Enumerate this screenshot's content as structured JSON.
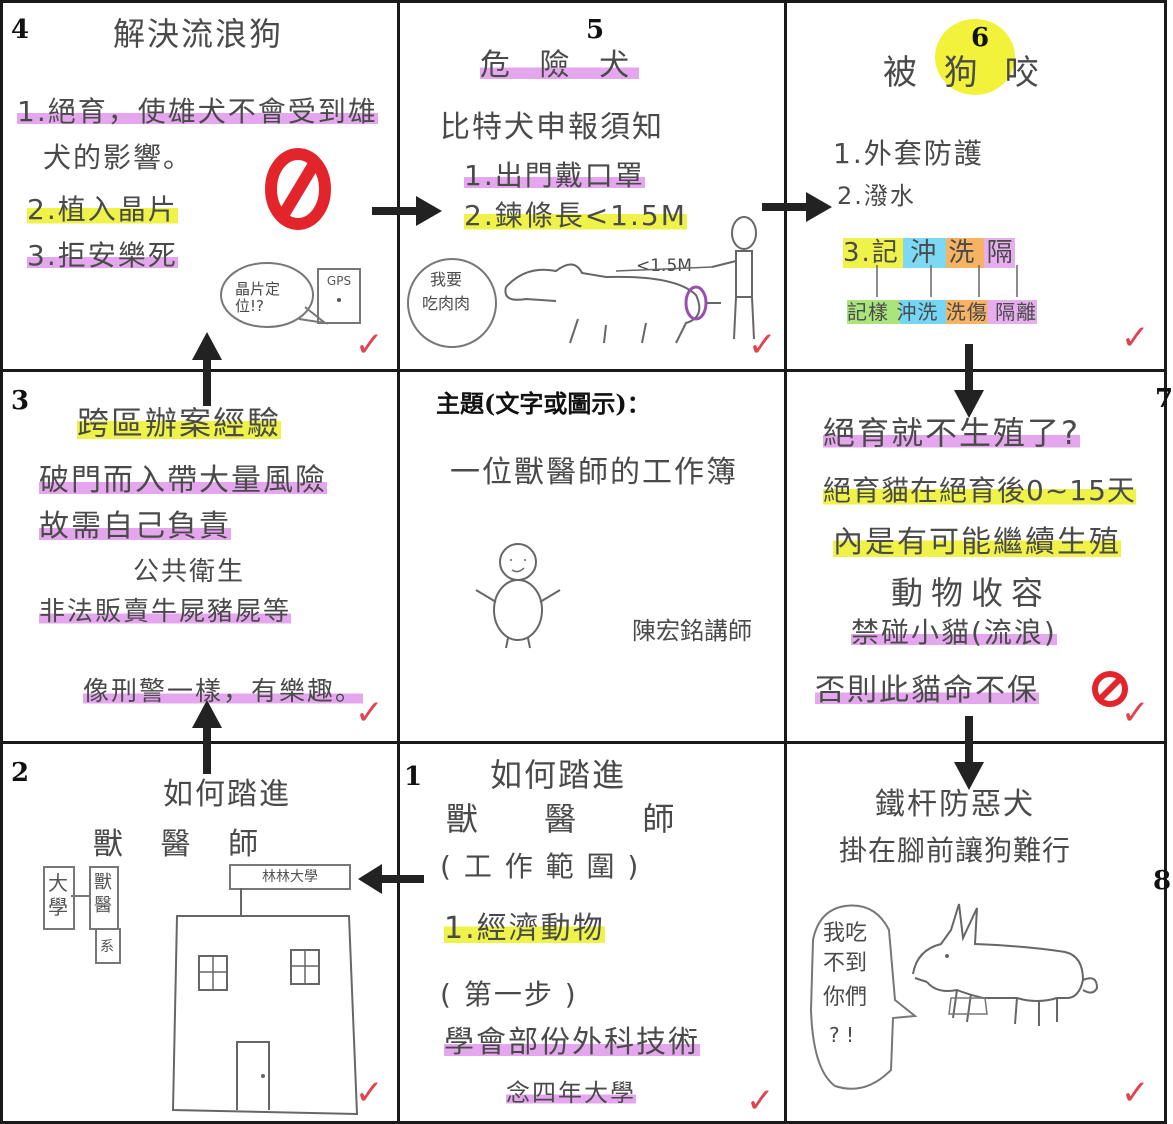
{
  "grid": {
    "cell4": {
      "number": "4",
      "title": "解決流浪狗",
      "line1": "1.絕育，使雄犬不會受到雄",
      "line2": "犬的影響。",
      "line3": "2.植入晶片",
      "line4": "3.拒安樂死",
      "bubble": "晶片定位!?",
      "device": "GPS"
    },
    "cell5": {
      "number": "5",
      "title": "危 險 犬",
      "subtitle": "比特犬申報須知",
      "line1": "1.出門戴口罩",
      "line2": "2.鍊條長<1.5M",
      "bubble_line1": "我要",
      "bubble_line2": "吃肉肉",
      "leash": "<1.5M"
    },
    "cell6": {
      "number": "6",
      "title": "被 狗 咬",
      "line1": "1.外套防護",
      "line2": "2.潑水",
      "line3": "3.記 沖 洗 隔",
      "line4": "記樣 沖洗 洗傷 隔離"
    },
    "cell3": {
      "number": "3",
      "title": "跨區辦案經驗",
      "line1": "破門而入帶大量風險",
      "line2": "故需自己負責",
      "line3": "公共衛生",
      "line4": "非法販賣牛屍豬屍等",
      "line5": "像刑警一樣，有樂趣。"
    },
    "center": {
      "heading": "主題(文字或圖示)：",
      "topic": "一位獸醫師的工作簿",
      "author": "陳宏銘講師"
    },
    "cell7": {
      "number": "7",
      "line1": "絕育就不生殖了?",
      "line2": "絕育貓在絕育後0~15天",
      "line3": "內是有可能繼續生殖",
      "line4": "動物收容",
      "line5": "禁碰小貓(流浪)",
      "line6": "否則此貓命不保"
    },
    "cell2": {
      "number": "2",
      "title1": "如何踏進",
      "title2": "獸 醫 師",
      "sign1": "大學",
      "sign2": "獸醫",
      "sign3": "系",
      "school": "林林大學"
    },
    "cell1": {
      "number": "1",
      "title1": "如何踏進",
      "title2": "獸 醫 師",
      "title3": "( 工 作 範 圍 )",
      "line1": "1.經濟動物",
      "line2": "( 第一步 )",
      "line3": "學會部份外科技術",
      "line4": "念四年大學"
    },
    "cell8": {
      "number": "8",
      "title1": "鐵杆防惡犬",
      "title2": "掛在腳前讓狗難行",
      "bubble1": "我吃",
      "bubble2": "不到",
      "bubble3": "你們",
      "bubble4": "? !"
    }
  },
  "colors": {
    "highlight_pink": "#d678e4",
    "highlight_yellow": "#ecf028",
    "check_red": "#e2434f",
    "forbid_red": "#e3242b",
    "border": "#1a1a1a"
  }
}
